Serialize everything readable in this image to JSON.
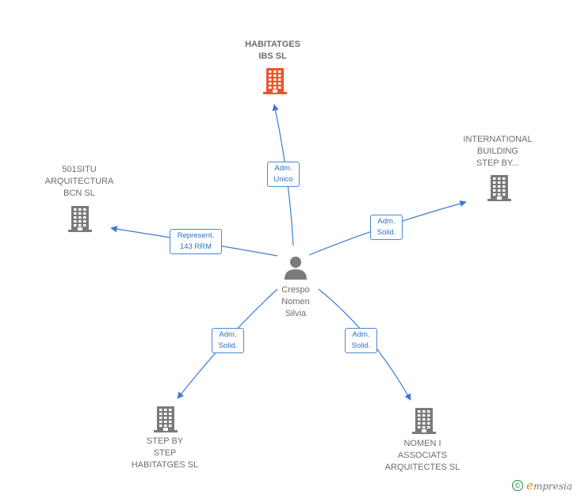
{
  "center": {
    "name_lines": [
      "Crespo",
      "Nomen",
      "Silvia"
    ],
    "icon": "person-icon"
  },
  "nodes": {
    "habitatges": {
      "lines": [
        "HABITATGES",
        "IBS  SL"
      ],
      "icon": "building-icon",
      "color": "#f0522d"
    },
    "international": {
      "lines": [
        "INTERNATIONAL",
        "BUILDING",
        "STEP BY..."
      ],
      "icon": "building-icon",
      "color": "#7a7a7a"
    },
    "situ": {
      "lines": [
        "501SITU",
        "ARQUITECTURA",
        "BCN SL"
      ],
      "icon": "building-icon",
      "color": "#7a7a7a"
    },
    "stepby": {
      "lines": [
        "STEP BY",
        "STEP",
        "HABITATGES  SL"
      ],
      "icon": "building-icon",
      "color": "#7a7a7a"
    },
    "nomen": {
      "lines": [
        "NOMEN I",
        "ASSOCIATS",
        "ARQUITECTES SL"
      ],
      "icon": "building-icon",
      "color": "#7a7a7a"
    }
  },
  "edges": {
    "habitatges": [
      "Adm.",
      "Unico"
    ],
    "international": [
      "Adm.",
      "Solid."
    ],
    "situ": [
      "Represent.",
      "143 RRM"
    ],
    "stepby": [
      "Adm.",
      "Solid."
    ],
    "nomen": [
      "Adm.",
      "Solid."
    ]
  },
  "colors": {
    "edge": "#3a7bd5",
    "person": "#7a7a7a"
  },
  "footer": {
    "copyright": "©",
    "brand_initial": "e",
    "brand_rest": "mpresia"
  }
}
